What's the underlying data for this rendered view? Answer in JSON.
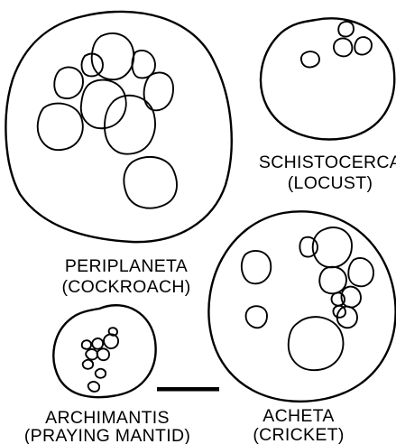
{
  "specimens": {
    "periplaneta": {
      "name": "PERIPLANETA",
      "common": "(COCKROACH)"
    },
    "schistocerca": {
      "name": "SCHISTOCERCA",
      "common": "(LOCUST)"
    },
    "archimantis": {
      "name": "ARCHIMANTIS",
      "common": "(PRAYING MANTID)"
    },
    "acheta": {
      "name": "ACHETA",
      "common": "(CRICKET)"
    }
  },
  "scale_bar": {
    "label": ""
  },
  "colors": {
    "ink": "#000000",
    "background": "#ffffff"
  }
}
